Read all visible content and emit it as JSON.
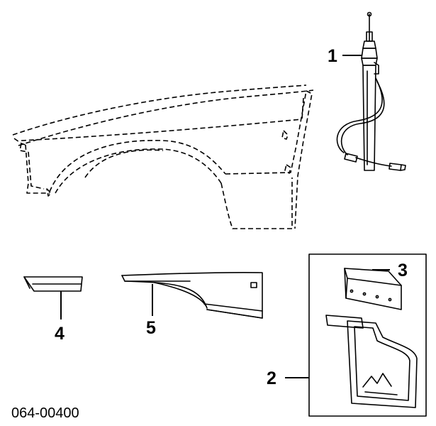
{
  "diagram": {
    "callouts": {
      "c1": "1",
      "c2": "2",
      "c3": "3",
      "c4": "4",
      "c5": "5"
    },
    "part_number": "064-00400"
  }
}
